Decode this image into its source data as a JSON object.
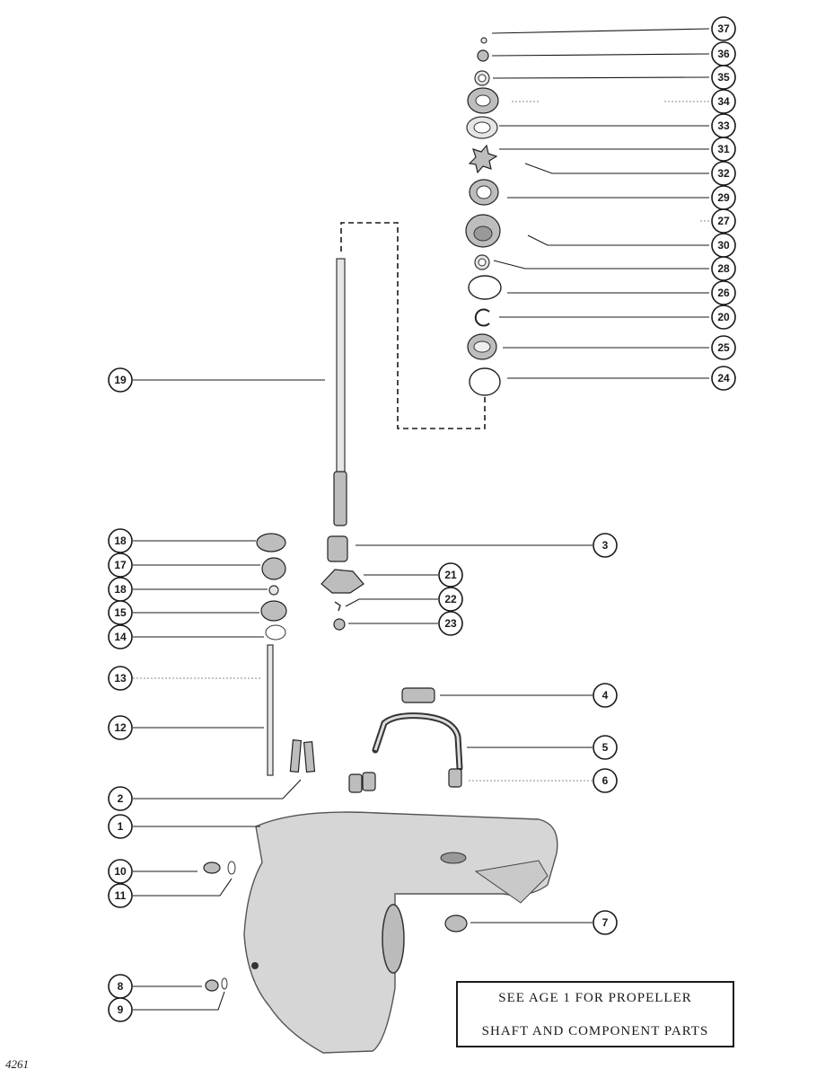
{
  "callouts": [
    {
      "id": "37",
      "label": "37"
    },
    {
      "id": "36",
      "label": "36"
    },
    {
      "id": "35",
      "label": "35"
    },
    {
      "id": "34",
      "label": "34"
    },
    {
      "id": "33",
      "label": "33"
    },
    {
      "id": "31",
      "label": "31"
    },
    {
      "id": "32",
      "label": "32"
    },
    {
      "id": "29",
      "label": "29"
    },
    {
      "id": "27",
      "label": "27"
    },
    {
      "id": "30",
      "label": "30"
    },
    {
      "id": "28",
      "label": "28"
    },
    {
      "id": "26",
      "label": "26"
    },
    {
      "id": "20",
      "label": "20"
    },
    {
      "id": "25",
      "label": "25"
    },
    {
      "id": "24",
      "label": "24"
    },
    {
      "id": "19",
      "label": "19"
    },
    {
      "id": "18a",
      "label": "18"
    },
    {
      "id": "17",
      "label": "17"
    },
    {
      "id": "18b",
      "label": "18"
    },
    {
      "id": "15",
      "label": "15"
    },
    {
      "id": "14",
      "label": "14"
    },
    {
      "id": "13",
      "label": "13"
    },
    {
      "id": "12",
      "label": "12"
    },
    {
      "id": "2",
      "label": "2"
    },
    {
      "id": "1",
      "label": "1"
    },
    {
      "id": "10",
      "label": "10"
    },
    {
      "id": "11",
      "label": "11"
    },
    {
      "id": "8",
      "label": "8"
    },
    {
      "id": "9",
      "label": "9"
    },
    {
      "id": "3",
      "label": "3"
    },
    {
      "id": "21",
      "label": "21"
    },
    {
      "id": "22",
      "label": "22"
    },
    {
      "id": "23",
      "label": "23"
    },
    {
      "id": "4",
      "label": "4"
    },
    {
      "id": "5",
      "label": "5"
    },
    {
      "id": "6",
      "label": "6"
    },
    {
      "id": "7",
      "label": "7"
    }
  ],
  "note": {
    "line1": "SEE  AGE 1  FOR PROPELLER",
    "line2": "SHAFT AND COMPONENT PARTS"
  },
  "figure_number": "4261"
}
